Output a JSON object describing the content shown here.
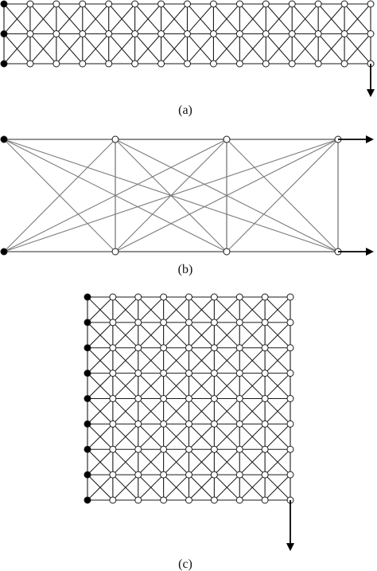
{
  "figure": {
    "colors": {
      "member": "#1a1a1a",
      "member_gray": "#7a7a7a",
      "fixed_node": "#000000",
      "free_node": "#ffffff",
      "load_arrow": "#000000"
    },
    "panels": [
      {
        "id": "a",
        "caption": "(a)",
        "grid": {
          "cols": 14,
          "rows": 2
        },
        "fixed_side": "left",
        "members": "full-cross-bracing",
        "load": {
          "node": "bottom-right",
          "direction": "down"
        }
      },
      {
        "id": "b",
        "caption": "(b)",
        "grid": {
          "cols": 3,
          "rows": 1
        },
        "fixed_side": "left",
        "members": "ground-structure",
        "load": {
          "nodes": [
            "top-right",
            "bottom-right"
          ],
          "direction": "right"
        }
      },
      {
        "id": "c",
        "caption": "(c)",
        "grid": {
          "cols": 8,
          "rows": 8
        },
        "fixed_side": "left",
        "members": "full-cross-bracing",
        "load": {
          "node": "bottom-right",
          "direction": "down"
        }
      }
    ]
  }
}
